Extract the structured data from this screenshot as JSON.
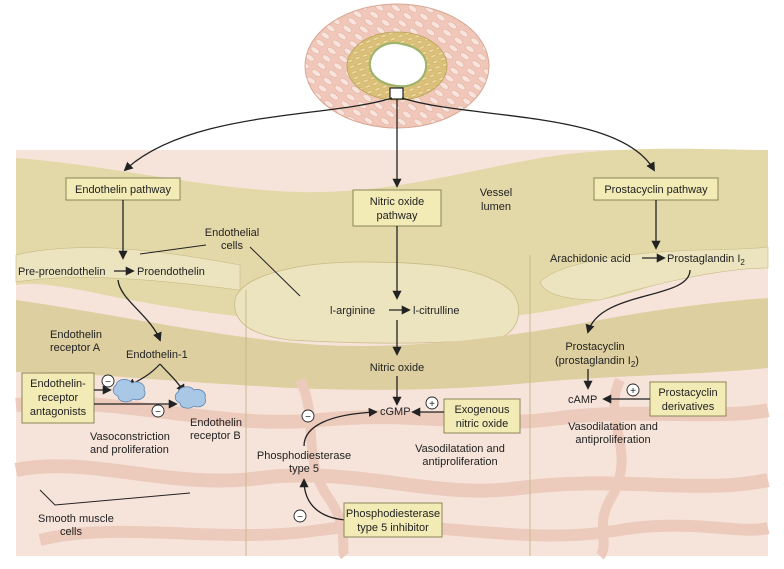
{
  "pathways": {
    "endothelin": "Endothelin pathway",
    "nitric_oxide_1": "Nitric oxide",
    "nitric_oxide_2": "pathway",
    "prostacyclin": "Prostacyclin pathway"
  },
  "labels": {
    "vessel_1": "Vessel",
    "vessel_2": "lumen",
    "endo_cells_1": "Endothelial",
    "endo_cells_2": "cells",
    "pre_proendothelin": "Pre-proendothelin",
    "proendothelin": "Proendothelin",
    "receptor_a_1": "Endothelin",
    "receptor_a_2": "receptor A",
    "endothelin_1": "Endothelin-1",
    "receptor_b_1": "Endothelin",
    "receptor_b_2": "receptor B",
    "vasoconstriction_1": "Vasoconstriction",
    "vasoconstriction_2": "and proliferation",
    "smooth_muscle_1": "Smooth muscle",
    "smooth_muscle_2": "cells",
    "l_arginine": "l-arginine",
    "l_citrulline": "l-citrulline",
    "nitric_oxide": "Nitric oxide",
    "cgmp": "cGMP",
    "pde5_1": "Phosphodiesterase",
    "pde5_2": "type 5",
    "vasodilatation_no_1": "Vasodilatation and",
    "vasodilatation_no_2": "antiproliferation",
    "arachidonic_acid": "Arachidonic acid",
    "prostaglandin": "Prostaglandin I",
    "prostaglandin_sub": "2",
    "prostacyclin_1": "Prostacyclin",
    "prostacyclin_2": "(prostaglandin I",
    "prostacyclin_2_sub": "2",
    "prostacyclin_2_end": ")",
    "camp": "cAMP",
    "vasodilatation_pc_1": "Vasodilatation and",
    "vasodilatation_pc_2": "antiproliferation"
  },
  "boxes": {
    "era_1": "Endothelin-",
    "era_2": "receptor",
    "era_3": "antagonists",
    "exo_no_1": "Exogenous",
    "exo_no_2": "nitric oxide",
    "pde5_inhib_1": "Phosphodiesterase",
    "pde5_inhib_2": "type 5 inhibitor",
    "pc_deriv_1": "Prostacyclin",
    "pc_deriv_2": "derivatives"
  },
  "symbols": {
    "minus": "⊖",
    "plus": "+",
    "minus_char": "−"
  },
  "colors": {
    "background": "#ffffff",
    "vessel_outer": "#f0c7b8",
    "vessel_media": "#dcc07a",
    "endothelium": "#e3d8a8",
    "smooth_muscle": "#f6e4da",
    "box_fill": "#f3ebb6",
    "receptor_blue": "#a9c8e6"
  }
}
